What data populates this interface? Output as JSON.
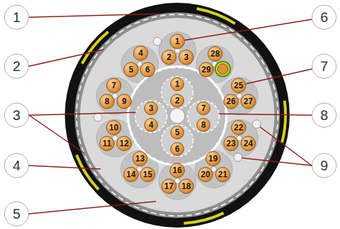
{
  "diagram": {
    "nodes": [
      {
        "text": [
          "1"
        ]
      },
      {
        "text": [
          "2"
        ]
      },
      {
        "text": [
          "3"
        ]
      },
      {
        "text": [
          "4"
        ]
      },
      {
        "text": [
          "5"
        ]
      },
      {
        "text": [
          "6"
        ]
      },
      {
        "text": [
          "7"
        ]
      },
      {
        "text": [
          "8"
        ]
      },
      {
        "text": [
          "9"
        ]
      },
      {
        "text": [
          "1"
        ]
      },
      {
        "text": [
          "2"
        ]
      },
      {
        "text": [
          "3"
        ]
      },
      {
        "text": [
          "4"
        ]
      },
      {
        "text": [
          "5"
        ]
      },
      {
        "text": [
          "6"
        ]
      },
      {
        "text": [
          "7"
        ]
      },
      {
        "text": [
          "8"
        ]
      },
      {
        "text": [
          "9"
        ]
      },
      {
        "text": [
          "10"
        ]
      },
      {
        "text": [
          "11"
        ]
      },
      {
        "text": [
          "12"
        ]
      },
      {
        "text": [
          "13"
        ]
      },
      {
        "text": [
          "14"
        ]
      },
      {
        "text": [
          "15"
        ]
      },
      {
        "text": [
          "16"
        ]
      },
      {
        "text": [
          "17"
        ]
      },
      {
        "text": [
          "18"
        ]
      },
      {
        "text": [
          "19"
        ]
      },
      {
        "text": [
          "20"
        ]
      },
      {
        "text": [
          "21"
        ]
      },
      {
        "text": [
          "22"
        ]
      },
      {
        "text": [
          "23"
        ]
      },
      {
        "text": [
          "24"
        ]
      },
      {
        "text": [
          "25"
        ]
      },
      {
        "text": [
          "26"
        ]
      },
      {
        "text": [
          "27"
        ]
      },
      {
        "text": [
          "28"
        ]
      },
      {
        "text": [
          "29"
        ]
      },
      {
        "text": [
          "1"
        ]
      },
      {
        "text": [
          "2"
        ]
      },
      {
        "text": [
          "3"
        ]
      },
      {
        "text": [
          "4"
        ]
      },
      {
        "text": [
          "5"
        ]
      },
      {
        "text": [
          "6"
        ]
      },
      {
        "text": [
          "7"
        ]
      },
      {
        "text": [
          "8"
        ]
      }
    ],
    "edges": [
      {
        "from": 5,
        "to": 9,
        "arrow": "none"
      },
      {
        "from": 6,
        "to": 33,
        "arrow": "none"
      }
    ]
  }
}
